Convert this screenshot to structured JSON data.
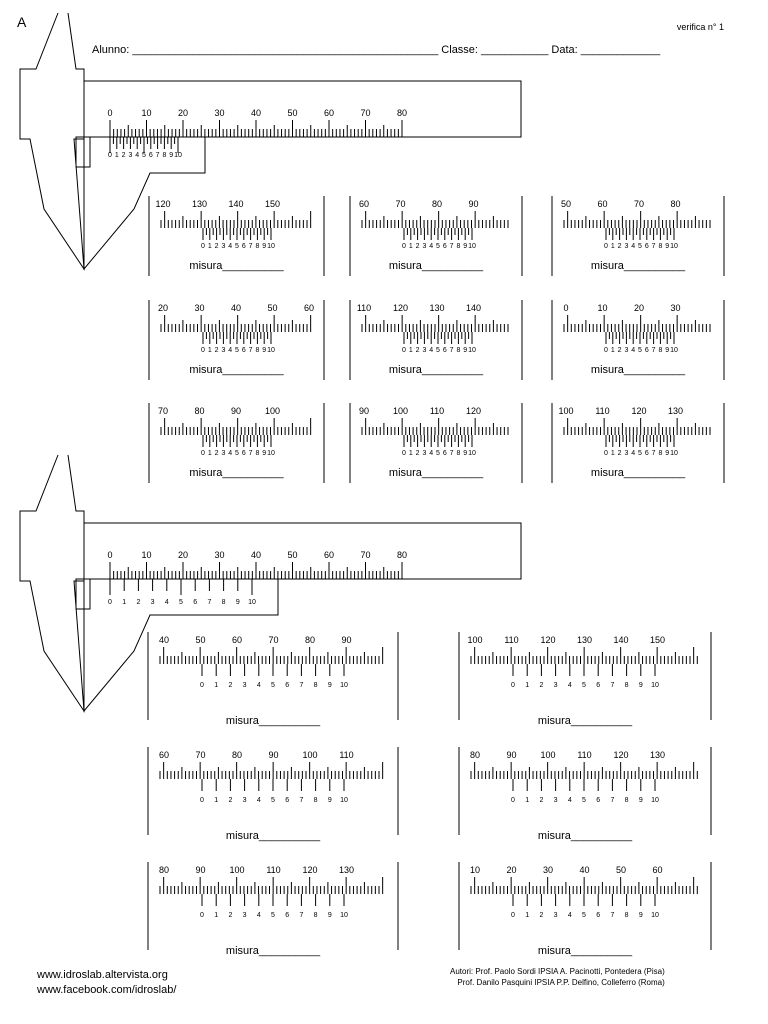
{
  "header": {
    "corner_label": "A",
    "sheet_label": "verifica n° 1",
    "student_line": "Alunno: __________________________________________________ Classe: ___________ Data: _____________"
  },
  "measure_label": "misura__________",
  "caliper_a": {
    "main_scale": [
      "0",
      "10",
      "20",
      "30",
      "40",
      "50",
      "60",
      "70",
      "80"
    ],
    "vernier_scale": [
      "0",
      "1",
      "2",
      "3",
      "4",
      "5",
      "6",
      "7",
      "8",
      "9",
      "10"
    ]
  },
  "caliper_b": {
    "main_scale": [
      "0",
      "10",
      "20",
      "30",
      "40",
      "50",
      "60",
      "70",
      "80"
    ],
    "vernier_scale": [
      "0",
      "1",
      "2",
      "3",
      "4",
      "5",
      "6",
      "7",
      "8",
      "9",
      "10"
    ]
  },
  "exercises_a": [
    {
      "labels": [
        "120",
        "130",
        "140",
        "150"
      ]
    },
    {
      "labels": [
        "60",
        "70",
        "80",
        "90"
      ]
    },
    {
      "labels": [
        "50",
        "60",
        "70",
        "80"
      ]
    },
    {
      "labels": [
        "20",
        "30",
        "40",
        "50",
        "60"
      ]
    },
    {
      "labels": [
        "110",
        "120",
        "130",
        "140"
      ]
    },
    {
      "labels": [
        "0",
        "10",
        "20",
        "30"
      ]
    },
    {
      "labels": [
        "70",
        "80",
        "90",
        "100"
      ]
    },
    {
      "labels": [
        "90",
        "100",
        "110",
        "120"
      ]
    },
    {
      "labels": [
        "100",
        "110",
        "120",
        "130"
      ]
    }
  ],
  "exercises_b": [
    {
      "labels": [
        "40",
        "50",
        "60",
        "70",
        "80",
        "90"
      ]
    },
    {
      "labels": [
        "100",
        "110",
        "120",
        "130",
        "140",
        "150"
      ]
    },
    {
      "labels": [
        "60",
        "70",
        "80",
        "90",
        "100",
        "110"
      ]
    },
    {
      "labels": [
        "80",
        "90",
        "100",
        "110",
        "120",
        "130"
      ]
    },
    {
      "labels": [
        "80",
        "90",
        "100",
        "110",
        "120",
        "130"
      ]
    },
    {
      "labels": [
        "10",
        "20",
        "30",
        "40",
        "50",
        "60"
      ]
    }
  ],
  "footer": {
    "links": [
      "www.idroslab.altervista.org",
      "www.facebook.com/idroslab/"
    ],
    "authors": [
      "Autori: Prof. Paolo Sordi IPSIA A. Pacinotti, Pontedera (Pisa)",
      "Prof. Danilo Pasquini IPSIA P.P. Delfino, Colleferro (Roma)"
    ]
  }
}
